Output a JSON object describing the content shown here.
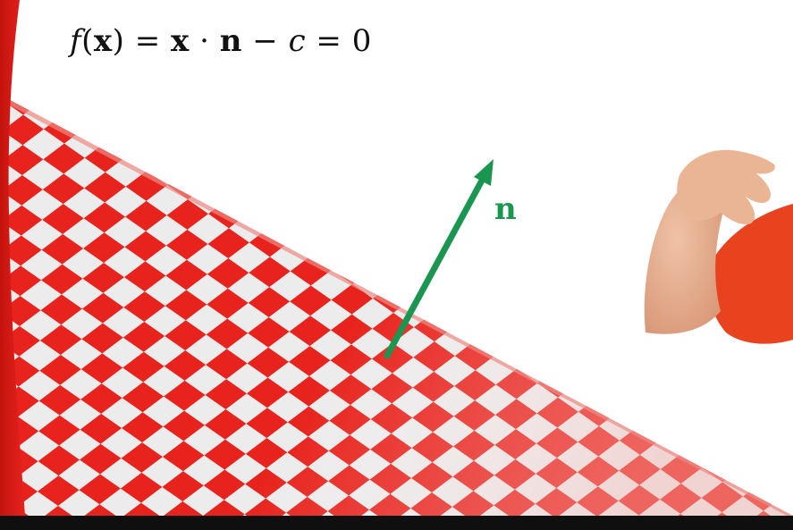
{
  "equation": {
    "f": "f",
    "open_paren": "(",
    "x1": "x",
    "close_paren": ")",
    "equals1": " = ",
    "x2": "x",
    "dot": " · ",
    "n": "n",
    "minus": " − ",
    "c": "c",
    "equals2": " = ",
    "zero": "0"
  },
  "normal_vector": {
    "label": "n",
    "color": "#1a9650"
  },
  "plane": {
    "checker_colors": [
      "#e8221c",
      "#ececec"
    ]
  },
  "colors": {
    "shirt": "#e8421e",
    "skin": "#e6ad8e",
    "bottom_bar": "#0f0f0f"
  }
}
